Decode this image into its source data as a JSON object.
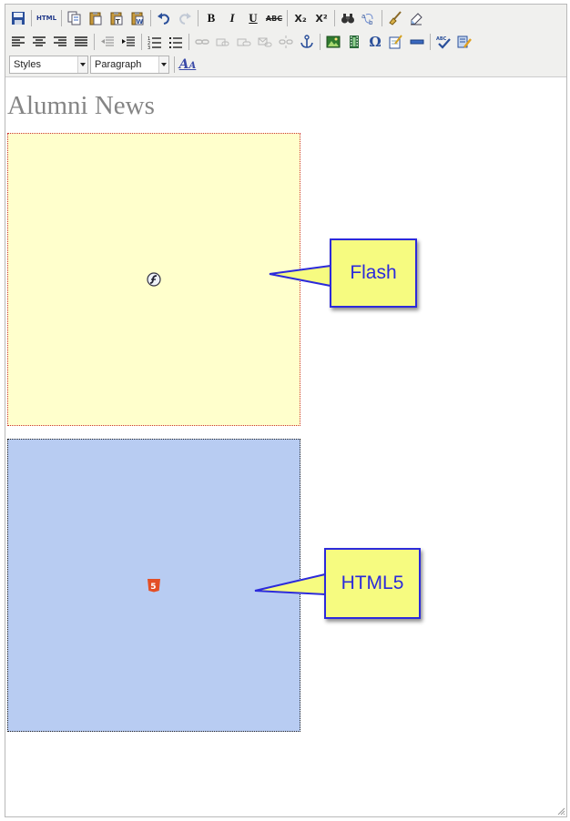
{
  "toolbar": {
    "row1": [
      {
        "name": "save",
        "icon": "save-icon"
      },
      {
        "name": "html-source",
        "label": "HTML",
        "icon": "html-source-icon"
      },
      {
        "name": "copy",
        "icon": "copy-icon"
      },
      {
        "name": "paste",
        "icon": "paste-icon"
      },
      {
        "name": "paste-text",
        "icon": "paste-text-icon"
      },
      {
        "name": "paste-word",
        "icon": "paste-word-icon"
      },
      {
        "name": "undo",
        "icon": "undo-icon"
      },
      {
        "name": "redo",
        "icon": "redo-icon"
      },
      {
        "name": "bold",
        "label": "B"
      },
      {
        "name": "italic",
        "label": "I"
      },
      {
        "name": "underline",
        "label": "U"
      },
      {
        "name": "strikethrough",
        "label": "ABC"
      },
      {
        "name": "subscript",
        "label": "X₂"
      },
      {
        "name": "superscript",
        "label": "X²"
      },
      {
        "name": "find",
        "icon": "binoculars-icon"
      },
      {
        "name": "replace",
        "icon": "replace-icon"
      },
      {
        "name": "cleanup",
        "icon": "broom-icon"
      },
      {
        "name": "remove-format",
        "icon": "eraser-icon"
      }
    ],
    "row3": {
      "styles_value": "Styles",
      "format_value": "Paragraph",
      "font_size_label": "A"
    }
  },
  "content": {
    "title": "Alumni News"
  },
  "callouts": {
    "flash": "Flash",
    "html5": "HTML5"
  },
  "colors": {
    "toolbar_bg": "#f0f0ee",
    "flash_bg": "#ffffcc",
    "html5_bg": "#b8ccf2",
    "callout_fill": "#f6fb80",
    "callout_stroke": "#2c2adb",
    "title_color": "#858585"
  }
}
